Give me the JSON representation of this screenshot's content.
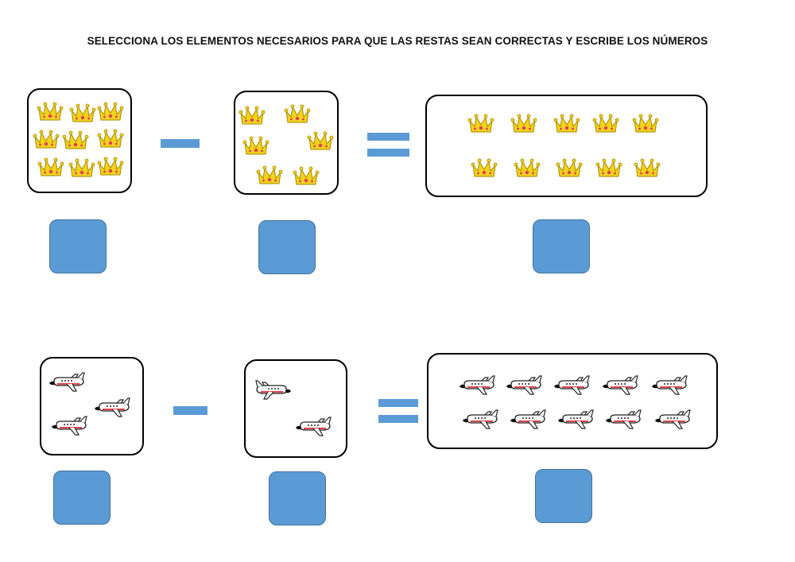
{
  "instruction": "SELECCIONA LOS ELEMENTOS NECESARIOS PARA QUE LAS RESTAS SEAN CORRECTAS Y ESCRIBE LOS NÚMEROS",
  "icons": {
    "crown": "crown-icon",
    "airplane": "airplane-icon"
  },
  "colors": {
    "operator_blue": "#5b9bd5",
    "answer_box": "#5b9bd5",
    "crown_gold": "#f2d21b",
    "crown_gem": "#e23a5a",
    "plane_stripe": "#e0404a"
  },
  "problems": [
    {
      "item": "crown",
      "minuend_count": 9,
      "subtrahend_count": 6,
      "options_count": 10,
      "answers": [
        "",
        "",
        ""
      ]
    },
    {
      "item": "airplane",
      "minuend_count": 3,
      "subtrahend_count": 2,
      "options_count": 10,
      "answers": [
        "",
        "",
        ""
      ]
    }
  ]
}
